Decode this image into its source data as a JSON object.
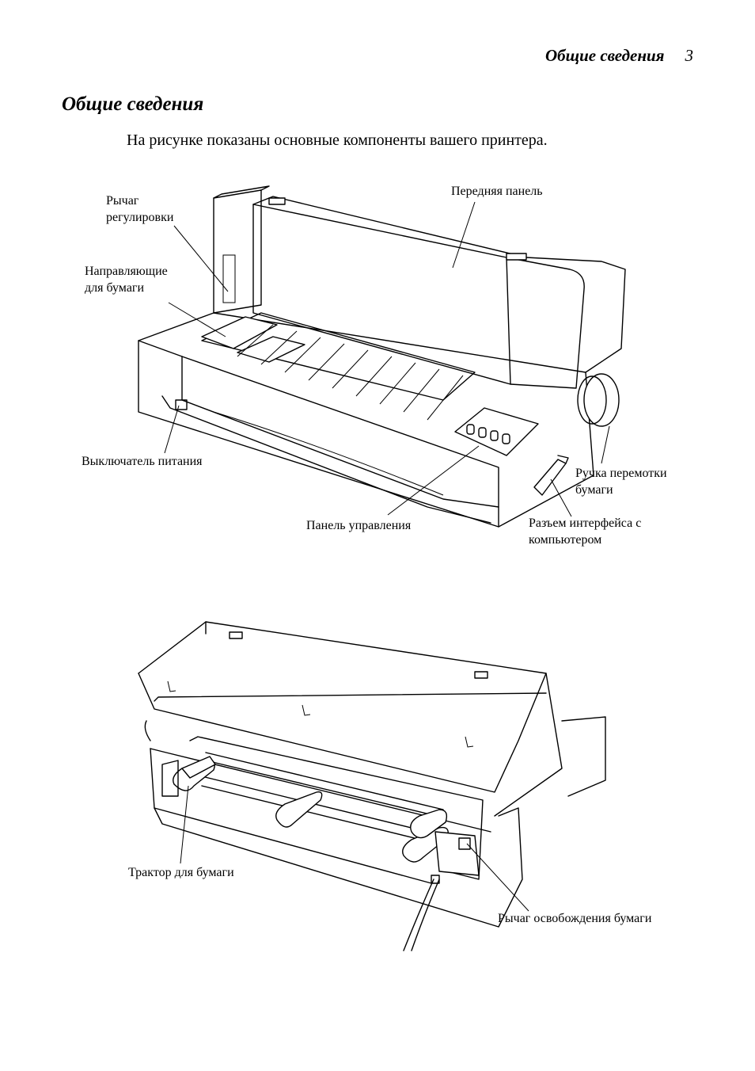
{
  "header": {
    "running_title": "Общие сведения",
    "page_number": "3"
  },
  "section": {
    "title": "Общие сведения",
    "intro": "На рисунке показаны основные компоненты вашего принтера."
  },
  "figure_front": {
    "labels": {
      "adjust_lever_line1": "Рычаг",
      "adjust_lever_line2": "регулировки",
      "paper_guides_line1": "Направляющие",
      "paper_guides_line2": "для бумаги",
      "front_panel": "Передняя панель",
      "power_switch": "Выключатель питания",
      "control_panel": "Панель управления",
      "knob_line1": "Ручка перемотки",
      "knob_line2": "бумаги",
      "interface_line1": "Разъем интерфейса с",
      "interface_line2": "компьютером"
    }
  },
  "figure_rear": {
    "labels": {
      "tractor": "Трактор для бумаги",
      "release_lever": "Рычаг освобождения бумаги"
    }
  }
}
